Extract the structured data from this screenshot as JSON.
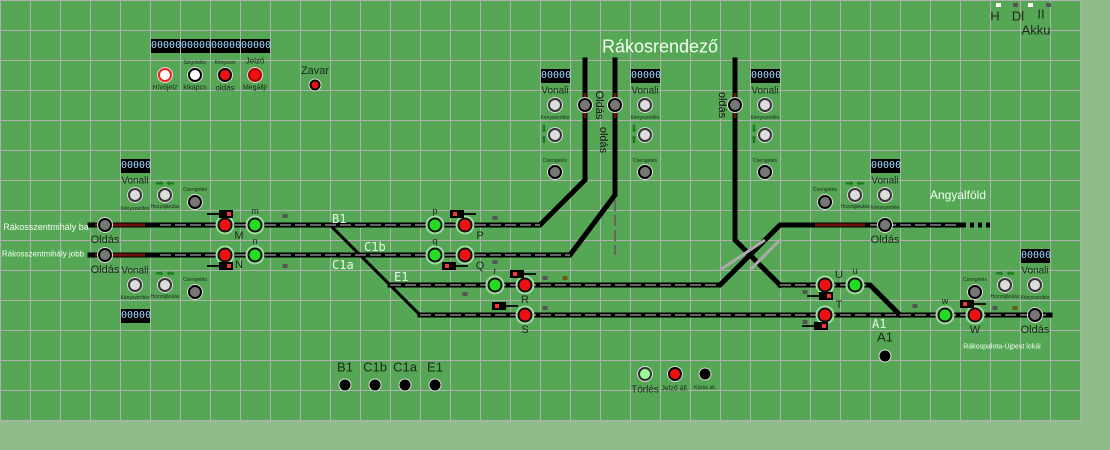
{
  "title": "Rákosrendező",
  "status": {
    "h": "H",
    "dl": "Dl",
    "ii": "II",
    "akku": "Akku"
  },
  "counter": "00000",
  "top_buttons": {
    "hivojelz": "Hívójelz",
    "kikapcs_top": "Szigetelés",
    "kikapcs": "kikapcs",
    "oldas_top": "Kényszer",
    "oldas": "oldás",
    "jelzo": "Jelző",
    "megallj": "Megállj!",
    "zavar": "Zavar"
  },
  "line": {
    "vonali": "Vonali",
    "kenyszer": "Kényszerítés",
    "hozzajarulas": "Hozzájárulás",
    "csengetes": "Csengetés",
    "oldas": "Oldás",
    "oldas_lc": "oldás"
  },
  "stations": {
    "rsz_bal": "Rákosszentmihály ba",
    "rsz_jobb": "Rákosszentmihály jobb",
    "angyalfold": "Angyalföld",
    "rakospalota": "Rákospalota-Újpest lokál"
  },
  "switches": {
    "b1": "B1",
    "c1a": "C1a",
    "c1b": "C1b",
    "e1": "E1",
    "a1": "A1"
  },
  "signals": {
    "M": "M",
    "m": "m",
    "N": "N",
    "n": "n",
    "P": "P",
    "p": "p",
    "Q": "Q",
    "q": "q",
    "R": "R",
    "r": "r",
    "S": "S",
    "T": "T",
    "U": "U",
    "u": "u",
    "W": "W",
    "w": "w"
  },
  "bottom": {
    "torles": "Törlés",
    "jelzo_all": "Jelző áll.",
    "kozos_all": "Közös áll."
  },
  "colors": {
    "panel": "#55a655",
    "track": "#000000",
    "occupied": "#6b0f0f",
    "signal_green": "#22dd22",
    "signal_red": "#ee1111"
  }
}
